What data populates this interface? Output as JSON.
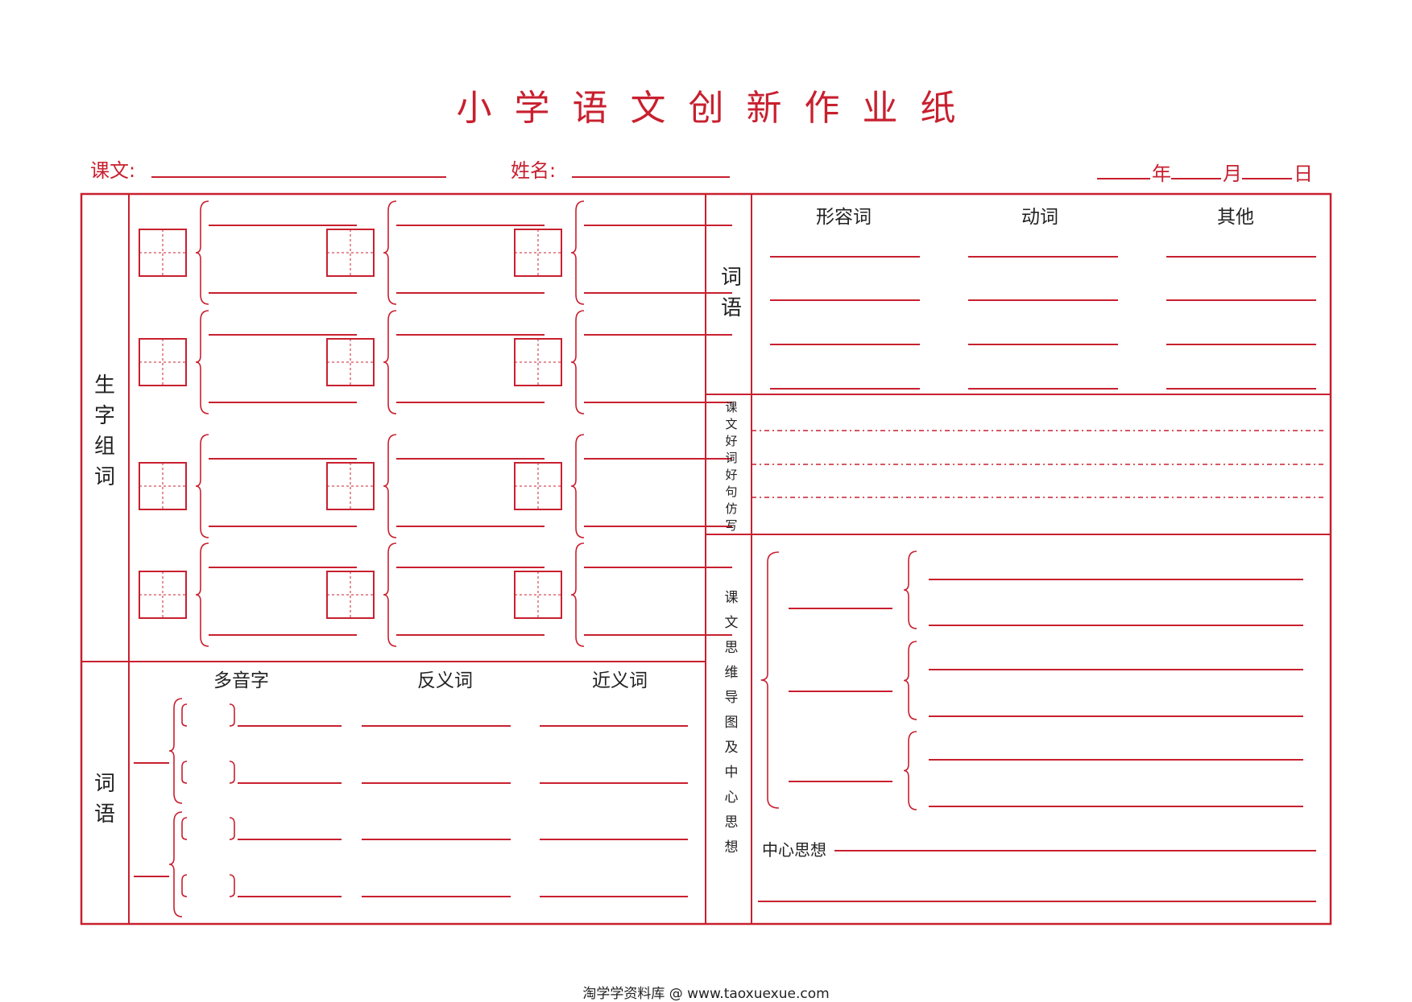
{
  "title": "小学语文创新作业纸",
  "header": {
    "lesson_label": "课文:",
    "name_label": "姓名:",
    "year": "年",
    "month": "月",
    "day": "日"
  },
  "left_top_label": [
    "生",
    "字",
    "组",
    "词"
  ],
  "left_bottom_label": [
    "词",
    "语"
  ],
  "bottom_columns": [
    "多音字",
    "反义词",
    "近义词"
  ],
  "right_top": {
    "label": [
      "词",
      "语"
    ],
    "columns": [
      "形容词",
      "动词",
      "其他"
    ]
  },
  "right_mid_label": [
    "课",
    "文",
    "好",
    "词",
    "好",
    "句",
    "仿",
    "写"
  ],
  "right_bottom_label": [
    "课",
    "文",
    "思",
    "维",
    "导",
    "图",
    "及",
    "中",
    "心",
    "思",
    "想"
  ],
  "central_idea_label": "中心思想",
  "footer": "淘学学资料库 @ www.taoxuexue.com",
  "colors": {
    "accent": "#c8202f",
    "text": "#222222"
  }
}
